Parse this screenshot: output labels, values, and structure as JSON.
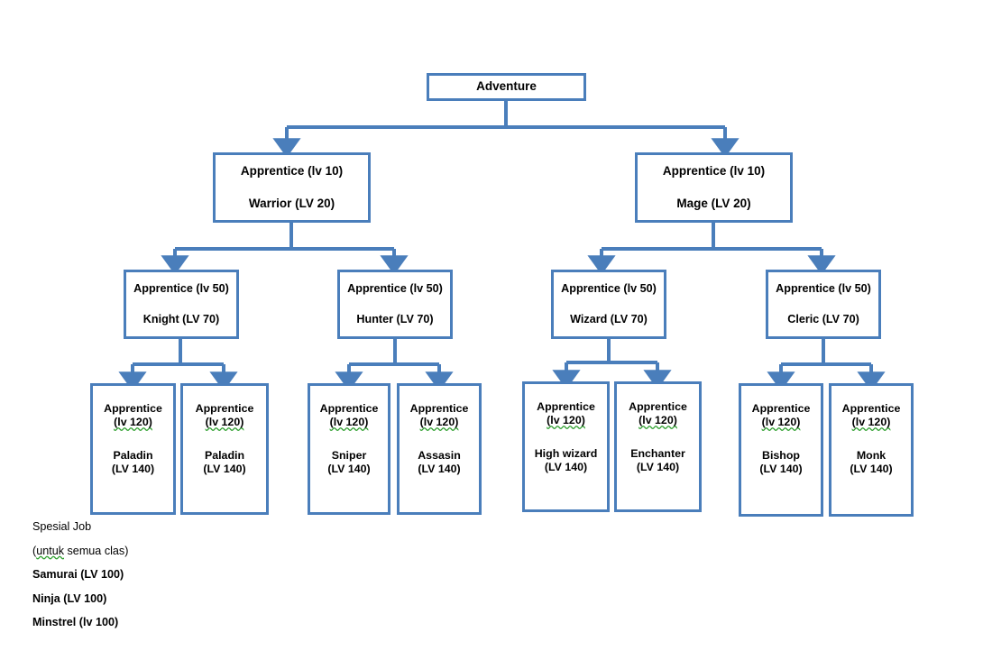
{
  "diagram": {
    "title": "Adventure",
    "accent_color": "#4a7ebb",
    "background_color": "#ffffff",
    "text_color": "#000000",
    "spellcheck_underline_color": "#2a9d2a",
    "type": "tree-diagram",
    "root": {
      "label": "Adventure"
    },
    "tier2": [
      {
        "req": "Apprentice (lv 10)",
        "job": "Warrior (LV 20)"
      },
      {
        "req": "Apprentice (lv 10)",
        "job": "Mage (LV 20)"
      }
    ],
    "tier3": [
      {
        "req": "Apprentice (lv 50)",
        "job": "Knight (LV 70)"
      },
      {
        "req": "Apprentice (lv 50)",
        "job": "Hunter (LV 70)"
      },
      {
        "req": "Apprentice (lv 50)",
        "job": "Wizard (LV 70)"
      },
      {
        "req": "Apprentice (lv 50)",
        "job": "Cleric (LV 70)"
      }
    ],
    "tier4": [
      {
        "req1": "Apprentice",
        "req2": "(lv 120)",
        "job1": "Paladin",
        "job2": "(LV 140)"
      },
      {
        "req1": "Apprentice",
        "req2": "(lv 120)",
        "job1": "Paladin",
        "job2": "(LV 140)"
      },
      {
        "req1": "Apprentice",
        "req2": "(lv 120)",
        "job1": "Sniper",
        "job2": "(LV 140)"
      },
      {
        "req1": "Apprentice",
        "req2": "(lv 120)",
        "job1": "Assasin",
        "job2": "(LV 140)"
      },
      {
        "req1": "Apprentice",
        "req2": "(lv 120)",
        "job1": "High wizard",
        "job2": "(LV 140)"
      },
      {
        "req1": "Apprentice",
        "req2": "(lv 120)",
        "job1": "Enchanter",
        "job2": "(LV 140)"
      },
      {
        "req1": "Apprentice",
        "req2": "(lv 120)",
        "job1": "Bishop",
        "job2": "(LV 140)"
      },
      {
        "req1": "Apprentice",
        "req2": "(lv 120)",
        "job1": "Monk",
        "job2": "(LV 140)"
      }
    ]
  },
  "legend": {
    "heading": "Spesial Job",
    "subheading_open": "(",
    "subheading_spell": "untuk",
    "subheading_rest": " semua clas)",
    "items": [
      "Samurai (LV 100)",
      "Ninja (LV 100)",
      "Minstrel (lv 100)"
    ]
  }
}
